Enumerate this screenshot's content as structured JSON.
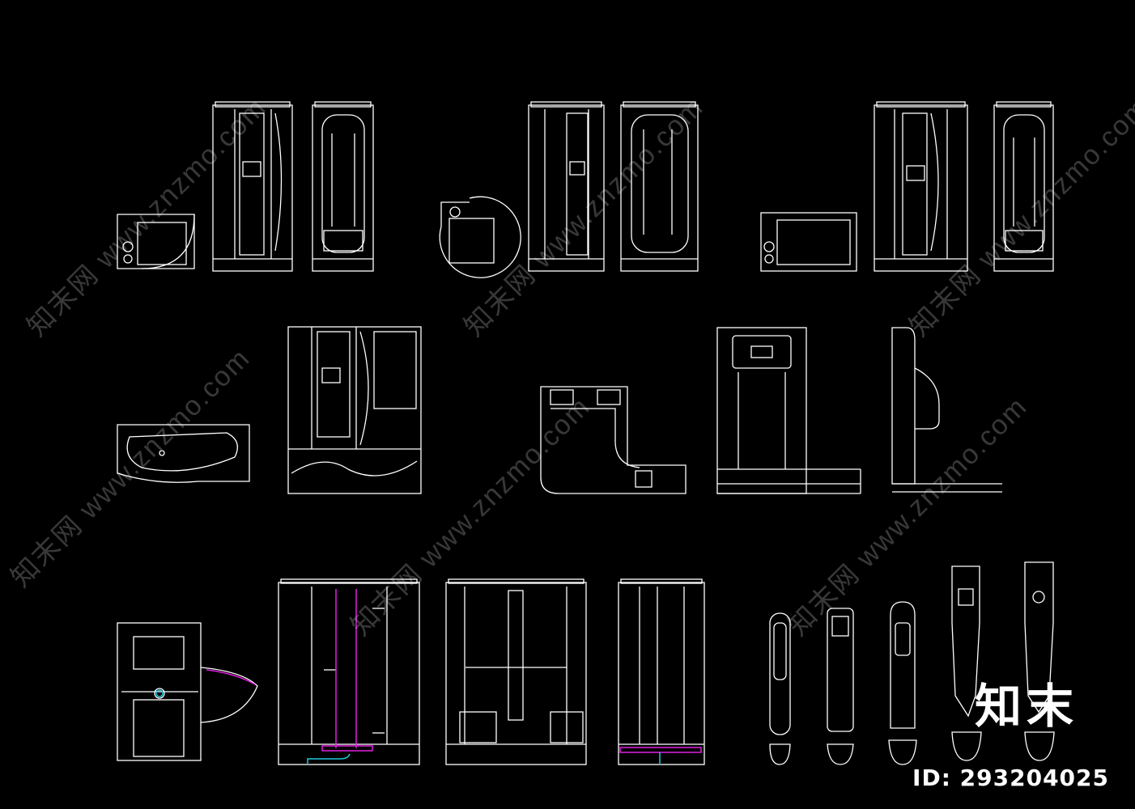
{
  "watermark": {
    "text": "知末网 www.znzmo.com"
  },
  "brand": {
    "logo_text": "知末",
    "id_label": "ID: 293204025"
  },
  "colors": {
    "background": "#000000",
    "line": "#ffffff",
    "accent_magenta": "#e020e0",
    "accent_cyan": "#20c8e0"
  }
}
